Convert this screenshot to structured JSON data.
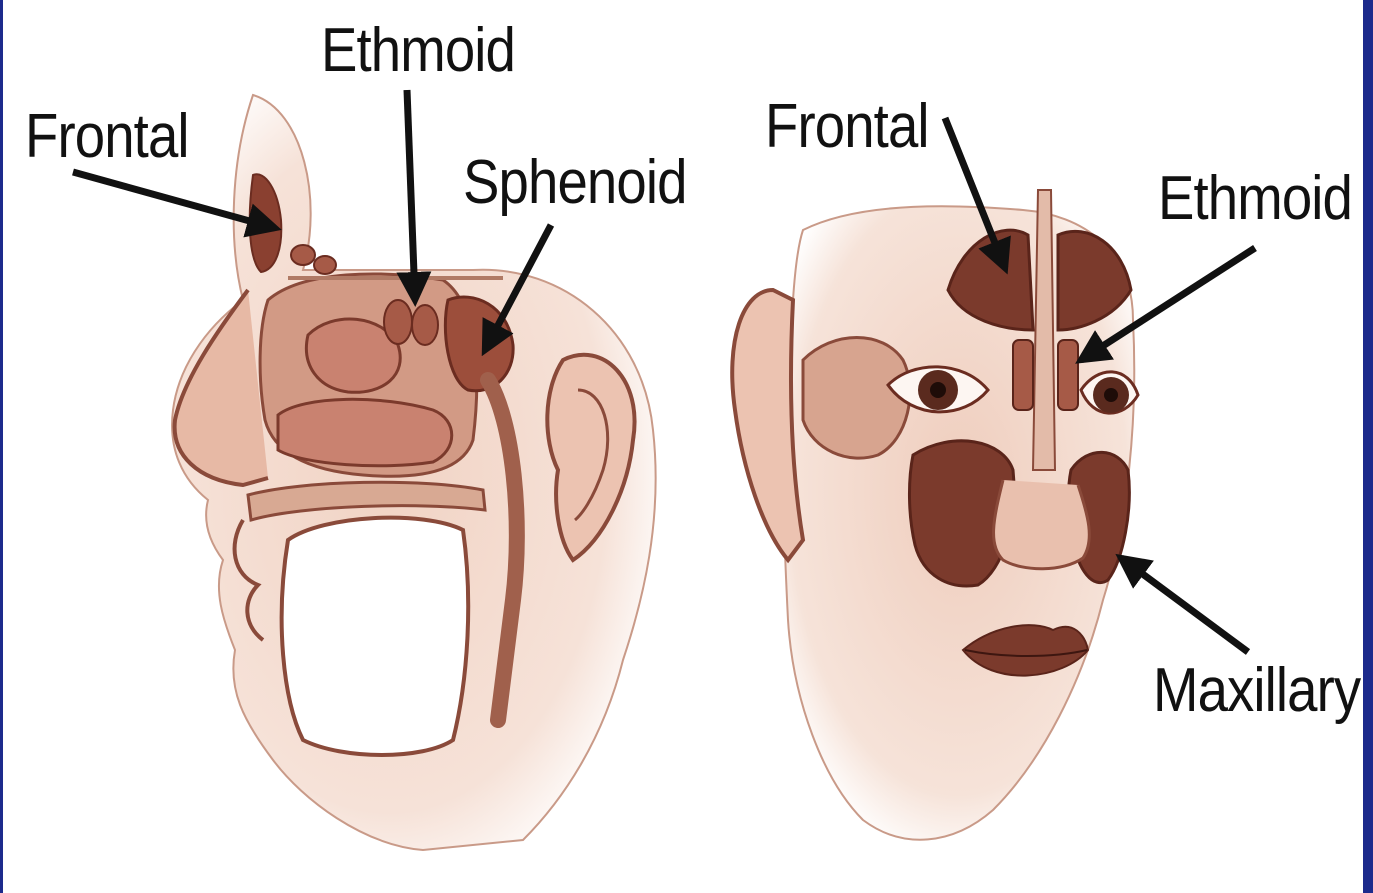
{
  "labels": {
    "left_frontal": "Frontal",
    "left_ethmoid": "Ethmoid",
    "left_sphenoid": "Sphenoid",
    "right_frontal": "Frontal",
    "right_ethmoid": "Ethmoid",
    "right_maxillary": "Maxillary"
  },
  "colors": {
    "skin": "#f3d9cc",
    "skin_shadow": "#d9a894",
    "tissue": "#b8705c",
    "sinus": "#7b3a2c",
    "outline": "#8a4a3a",
    "arrow": "#111111",
    "border": "#1c2a8c"
  }
}
